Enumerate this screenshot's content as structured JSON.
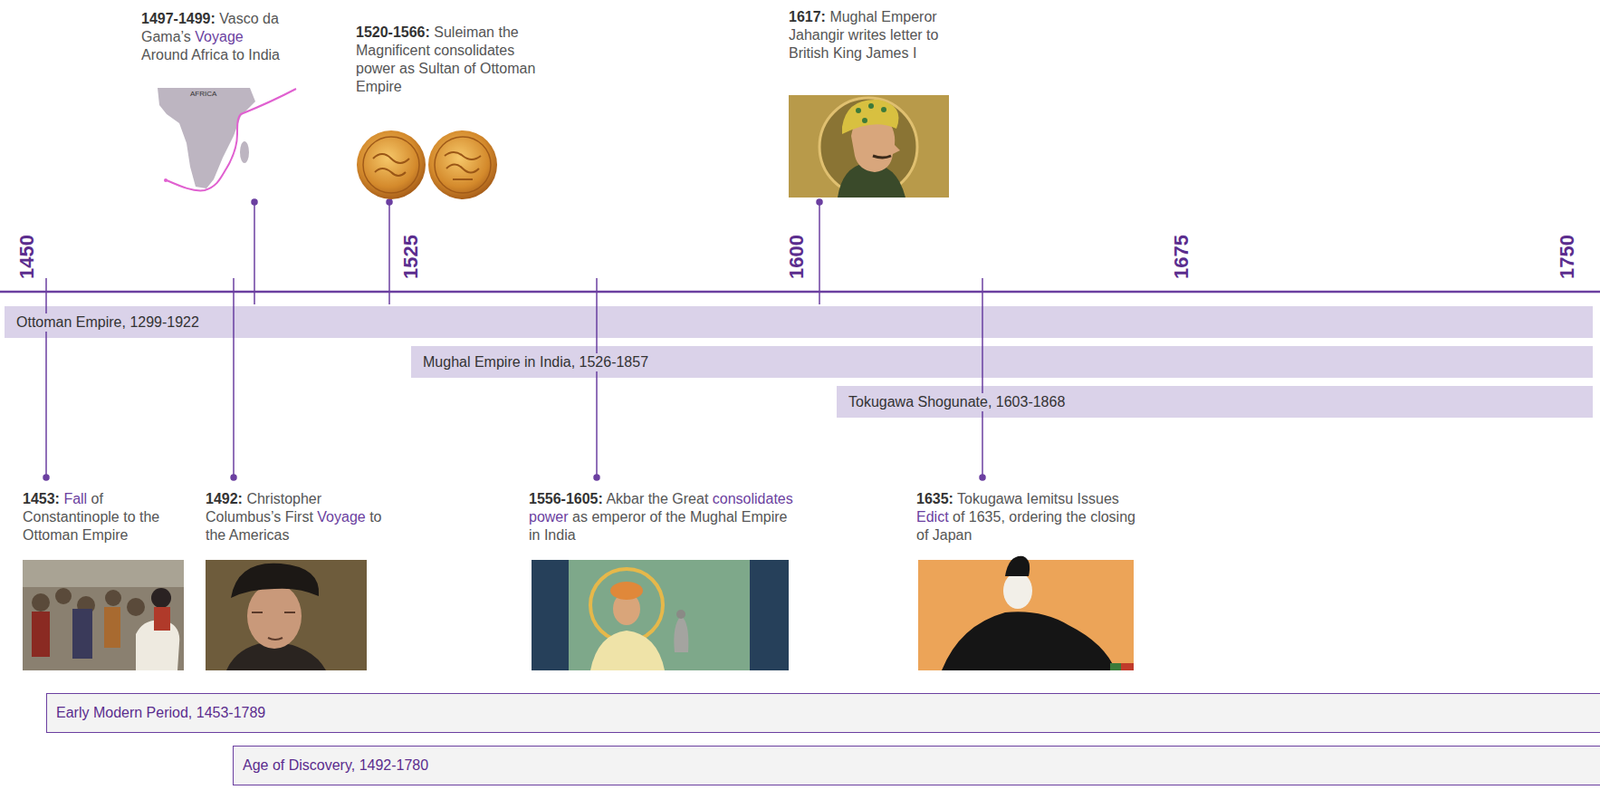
{
  "diagram": {
    "nodes": [
      {
        "text": [
          "Ottoman Empire, 1299-1922"
        ]
      },
      {
        "text": [
          "Mughal Empire in India, 1526-1857"
        ]
      },
      {
        "text": [
          "Tokugawa Shogunate, 1603-1868"
        ]
      },
      {
        "text": [
          "Early Modern Period, 1453-1789"
        ]
      },
      {
        "text": [
          "Age of Discovery, 1492-1780"
        ]
      }
    ],
    "labels": [
      "1450",
      "1525",
      "1600",
      "1675",
      "1750",
      "1497-1499:",
      "Vasco da Gama’s",
      "Voyage",
      "Around Africa to India",
      "AFRICA",
      "1520-1566:",
      "Suleiman the Magnificent consolidates power as Sultan of Ottoman Empire",
      "1617:",
      "Mughal Emperor Jahangir writes letter to British King James I",
      "1453:",
      "Fall",
      "of Constantinople to the Ottoman Empire",
      "1492:",
      "Christopher Columbus’s First",
      "Voyage",
      "to the Americas",
      "1556-1605:",
      "Akbar the Great",
      "consolidates power",
      "as emperor of the Mughal Empire in India",
      "1635:",
      "Tokugawa Iemitsu Issues",
      "Edict",
      "of 1635, ordering the closing of Japan"
    ]
  }
}
